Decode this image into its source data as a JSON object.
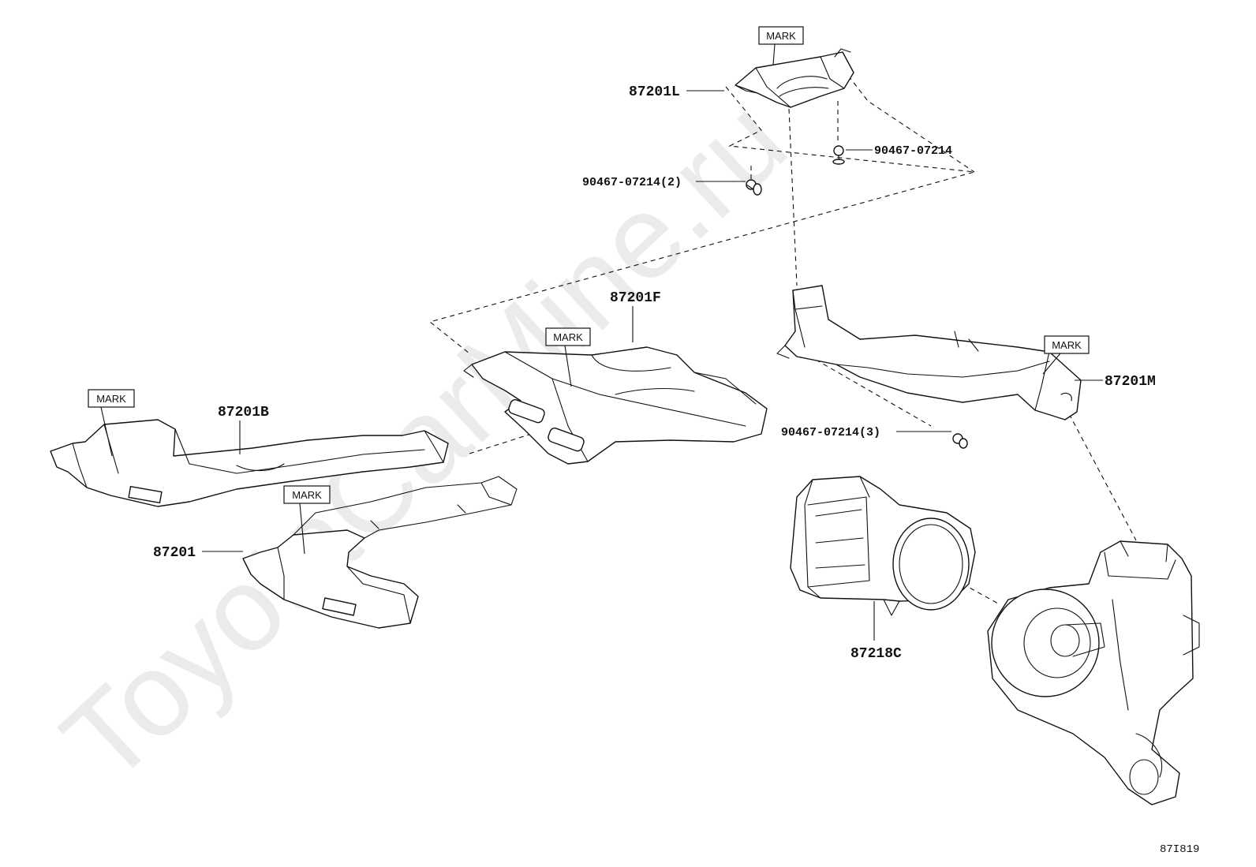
{
  "watermark": "ToyotaCarMine.ru",
  "mark_label": "MARK",
  "labels": {
    "p87201L": "87201L",
    "p87201F": "87201F",
    "p87201M": "87201M",
    "p87201B": "87201B",
    "p87201": "87201",
    "p87218C": "87218C",
    "clip_a": "90467-07214",
    "clip_b": "90467-07214(2)",
    "clip_c": "90467-07214(3)"
  },
  "diagram_code": "87I819"
}
